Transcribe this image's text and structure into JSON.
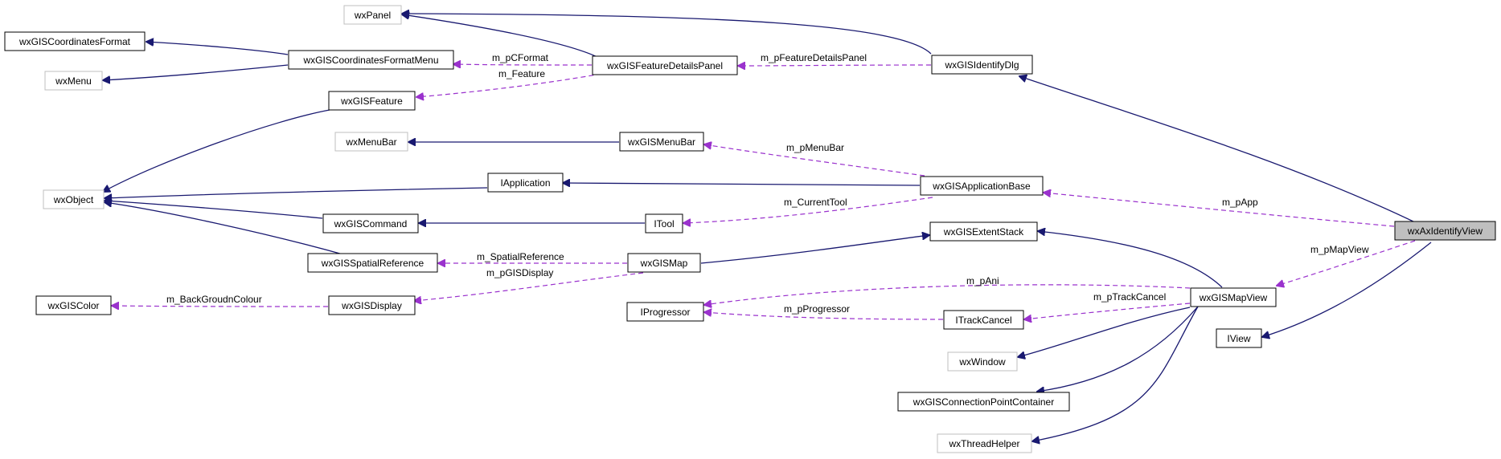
{
  "colors": {
    "inheritance": "#191970",
    "usage": "#9a32cd",
    "focus_fill": "#bfbfbf",
    "solid_border": "#000000",
    "external_border": "#bfbfbf"
  },
  "nodes": {
    "wxPanel": "wxPanel",
    "wxGISCoordinatesFormat": "wxGISCoordinatesFormat",
    "wxMenu": "wxMenu",
    "wxGISCoordinatesFormatMenu": "wxGISCoordinatesFormatMenu",
    "wxGISFeatureDetailsPanel": "wxGISFeatureDetailsPanel",
    "wxGISIdentifyDlg": "wxGISIdentifyDlg",
    "wxGISFeature": "wxGISFeature",
    "wxMenuBar": "wxMenuBar",
    "wxGISMenuBar": "wxGISMenuBar",
    "wxObject": "wxObject",
    "IApplication": "IApplication",
    "wxGISApplicationBase": "wxGISApplicationBase",
    "wxGISCommand": "wxGISCommand",
    "ITool": "ITool",
    "wxGISExtentStack": "wxGISExtentStack",
    "wxAxIdentifyView": "wxAxIdentifyView",
    "wxGISSpatialReference": "wxGISSpatialReference",
    "wxGISMap": "wxGISMap",
    "wxGISColor": "wxGISColor",
    "wxGISDisplay": "wxGISDisplay",
    "IProgressor": "IProgressor",
    "wxGISMapView": "wxGISMapView",
    "ITrackCancel": "ITrackCancel",
    "IView": "IView",
    "wxWindow": "wxWindow",
    "wxGISConnectionPointContainer": "wxGISConnectionPointContainer",
    "wxThreadHelper": "wxThreadHelper"
  },
  "edge_labels": {
    "m_pCFormat": "m_pCFormat",
    "m_pFeatureDetailsPanel": "m_pFeatureDetailsPanel",
    "m_Feature": "m_Feature",
    "m_pMenuBar": "m_pMenuBar",
    "m_pApp": "m_pApp",
    "m_CurrentTool": "m_CurrentTool",
    "m_pMapView": "m_pMapView",
    "m_SpatialReference": "m_SpatialReference",
    "m_pGISDisplay": "m_pGISDisplay",
    "m_pAni": "m_pAni",
    "m_BackGroudnColour": "m_BackGroudnColour",
    "m_pTrackCancel": "m_pTrackCancel",
    "m_pProgressor": "m_pProgressor"
  }
}
